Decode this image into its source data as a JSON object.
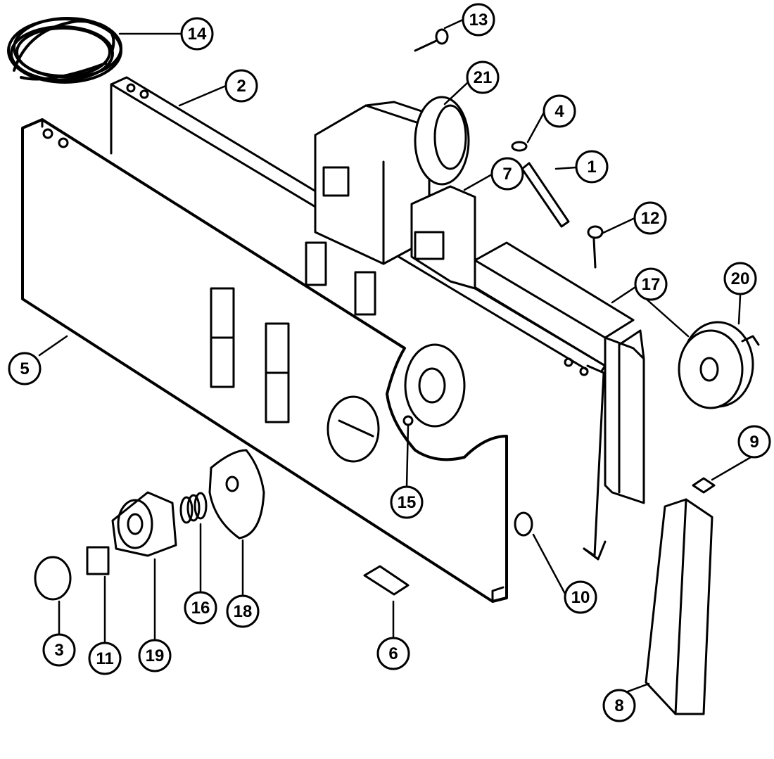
{
  "callouts": [
    {
      "id": "c1",
      "label": "1"
    },
    {
      "id": "c2",
      "label": "2"
    },
    {
      "id": "c3",
      "label": "3"
    },
    {
      "id": "c4",
      "label": "4"
    },
    {
      "id": "c5",
      "label": "5"
    },
    {
      "id": "c6",
      "label": "6"
    },
    {
      "id": "c7",
      "label": "7"
    },
    {
      "id": "c8",
      "label": "8"
    },
    {
      "id": "c9",
      "label": "9"
    },
    {
      "id": "c10",
      "label": "10"
    },
    {
      "id": "c11",
      "label": "11"
    },
    {
      "id": "c12",
      "label": "12"
    },
    {
      "id": "c13",
      "label": "13"
    },
    {
      "id": "c14",
      "label": "14"
    },
    {
      "id": "c15",
      "label": "15"
    },
    {
      "id": "c16",
      "label": "16"
    },
    {
      "id": "c17",
      "label": "17"
    },
    {
      "id": "c18",
      "label": "18"
    },
    {
      "id": "c19",
      "label": "19"
    },
    {
      "id": "c20",
      "label": "20"
    },
    {
      "id": "c21",
      "label": "21"
    }
  ],
  "colors": {
    "ink": "#000000",
    "paper": "#ffffff"
  }
}
